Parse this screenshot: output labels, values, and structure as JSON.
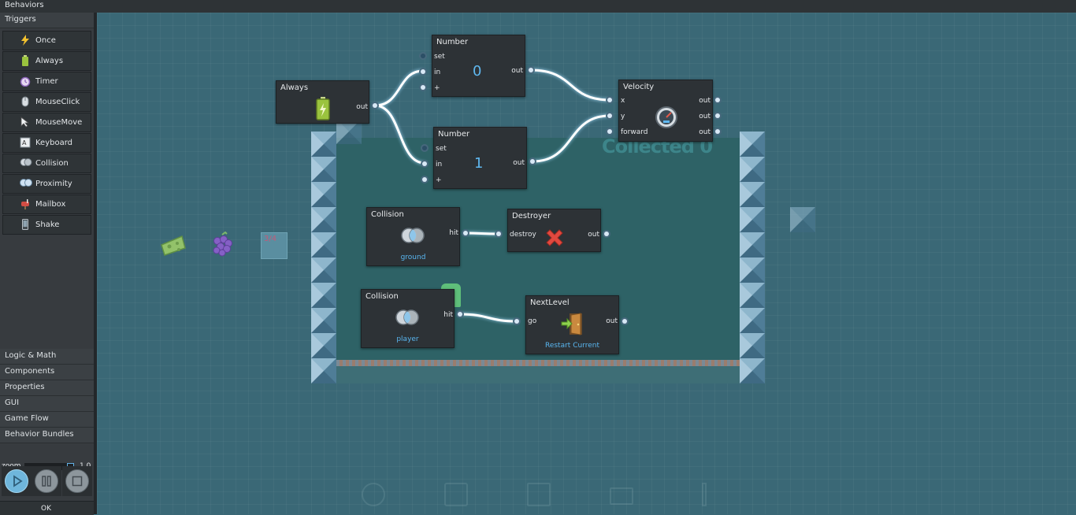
{
  "topbar": {
    "title": "Behaviors"
  },
  "sidebar": {
    "triggers_label": "Triggers",
    "triggers": [
      {
        "label": "Once",
        "icon": "lightning-icon"
      },
      {
        "label": "Always",
        "icon": "battery-icon"
      },
      {
        "label": "Timer",
        "icon": "alarm-clock-icon"
      },
      {
        "label": "MouseClick",
        "icon": "mouse-icon"
      },
      {
        "label": "MouseMove",
        "icon": "cursor-icon"
      },
      {
        "label": "Keyboard",
        "icon": "keyboard-key-icon"
      },
      {
        "label": "Collision",
        "icon": "collision-icon"
      },
      {
        "label": "Proximity",
        "icon": "proximity-icon"
      },
      {
        "label": "Mailbox",
        "icon": "mailbox-icon"
      },
      {
        "label": "Shake",
        "icon": "phone-icon"
      }
    ],
    "categories": [
      "Logic & Math",
      "Components",
      "Properties",
      "GUI",
      "Game Flow",
      "Behavior Bundles"
    ],
    "zoom_label": "zoom",
    "zoom_value": "1.0",
    "ok_label": "OK"
  },
  "nodes": {
    "always": {
      "title": "Always",
      "out": "out"
    },
    "number0": {
      "title": "Number",
      "set": "set",
      "in": "in",
      "plus": "+",
      "value": "0",
      "out": "out"
    },
    "number1": {
      "title": "Number",
      "set": "set",
      "in": "in",
      "plus": "+",
      "value": "1",
      "out": "out"
    },
    "velocity": {
      "title": "Velocity",
      "x": "x",
      "y": "y",
      "forward": "forward",
      "out": "out"
    },
    "collision_ground": {
      "title": "Collision",
      "hit": "hit",
      "sub": "ground"
    },
    "destroyer": {
      "title": "Destroyer",
      "destroy": "destroy",
      "out": "out"
    },
    "collision_player": {
      "title": "Collision",
      "hit": "hit",
      "sub": "player"
    },
    "nextlevel": {
      "title": "NextLevel",
      "go": "go",
      "out": "out",
      "sub": "Restart Current"
    }
  },
  "scene": {
    "ghost_text": "Collected 0",
    "fraction_label": "3/4"
  },
  "colors": {
    "accent": "#59b6f0",
    "canvas": "#3a6876",
    "node": "#2d3236",
    "wire": "#ffffff"
  }
}
